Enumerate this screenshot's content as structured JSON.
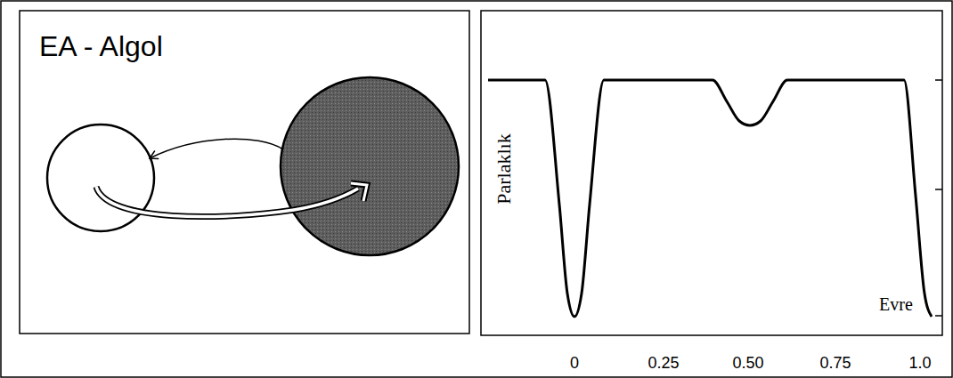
{
  "diagram": {
    "title": "EA - Algol",
    "labels": [
      "Parlaklık",
      "Evre",
      "0",
      "0.25",
      "0.50",
      "0.75",
      "1.0"
    ]
  }
}
